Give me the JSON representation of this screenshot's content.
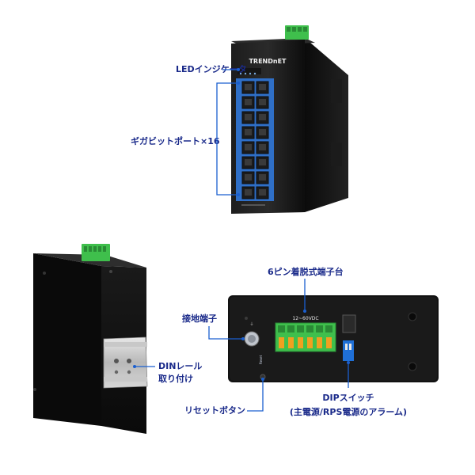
{
  "brand": "TRENDnET",
  "callouts": {
    "led": "LEDインジケータ",
    "ports": "ギガビットポート×16",
    "din": [
      "DINレール",
      "取り付け"
    ],
    "terminal": "6ピン着脱式端子台",
    "ground": "接地端子",
    "reset": "リセットボタン",
    "dip": [
      "DIPスイッチ",
      "(主電源/RPS電源のアラーム)"
    ]
  },
  "device": {
    "voltage": "12~60VDC",
    "reset_label": "Reset"
  },
  "colors": {
    "label_text": "#1a2a8a",
    "leader": "#1a5fd0",
    "port_panel": "#2f6fc7",
    "terminal_block": "#3fbf4c",
    "chassis": "#111111"
  }
}
